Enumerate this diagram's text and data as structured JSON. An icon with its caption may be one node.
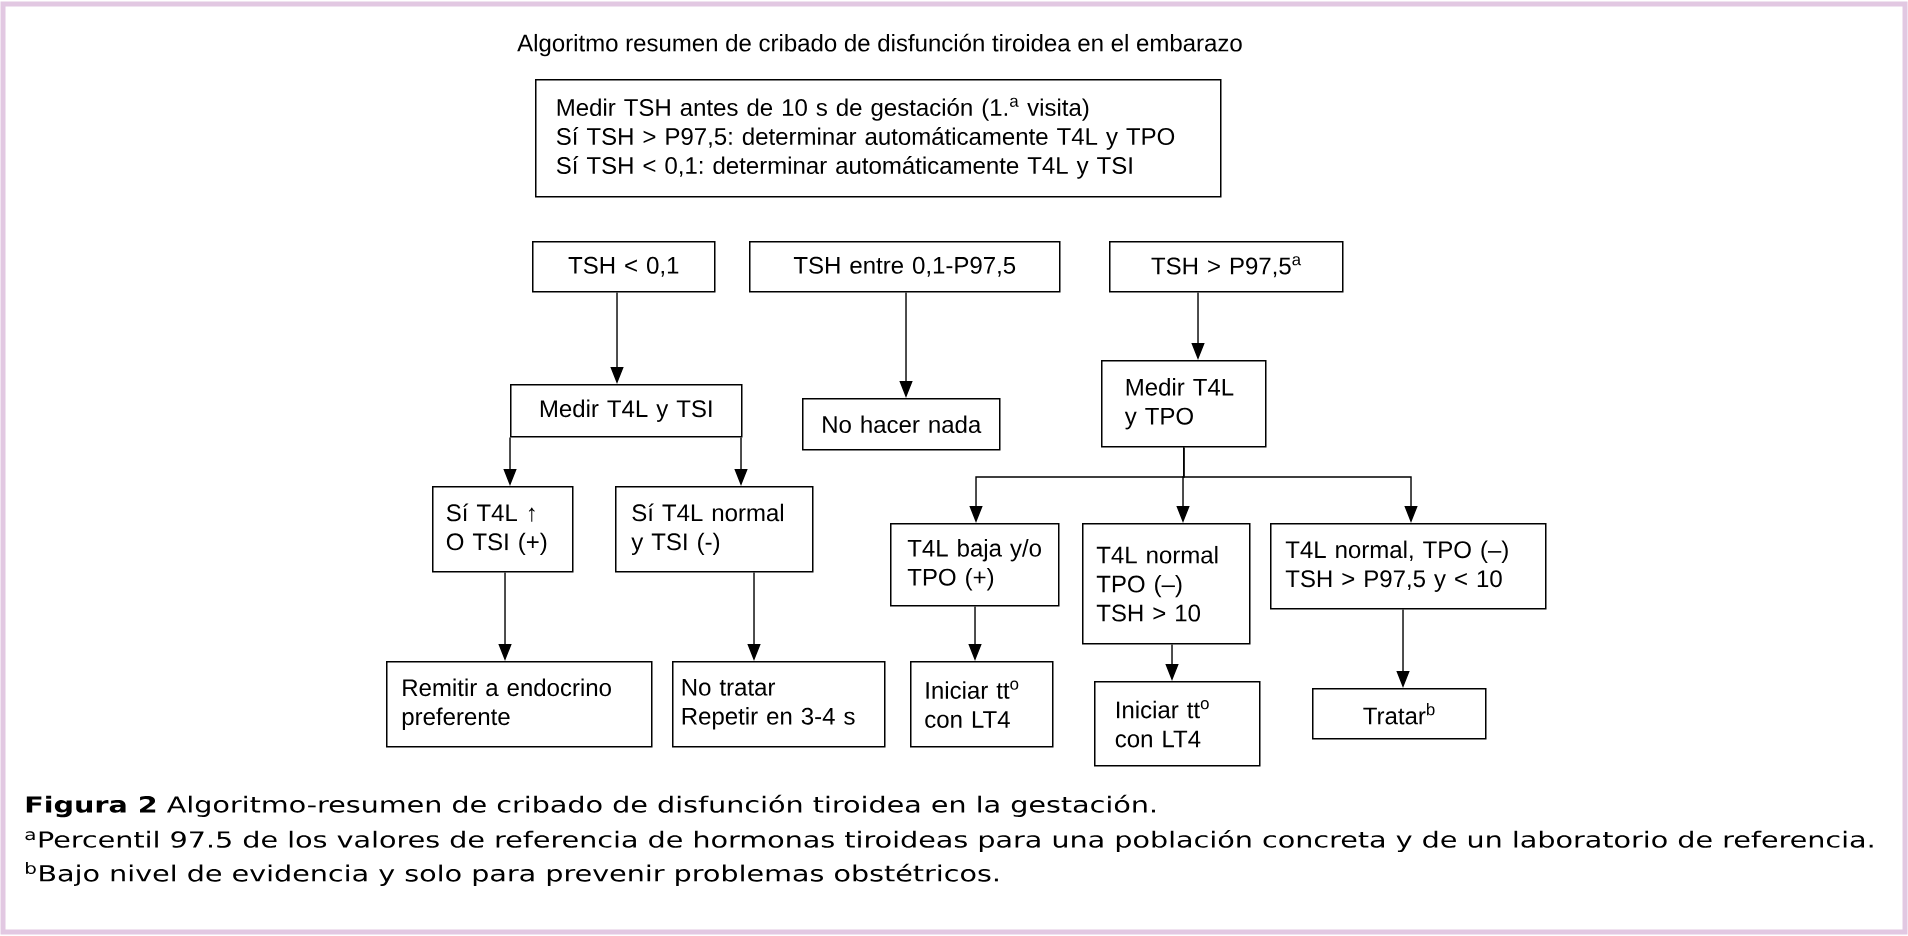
{
  "diagram": {
    "title": "Algoritmo resumen de cribado de disfunción tiroidea en el embarazo",
    "caption": "**Figura 2** Algoritmo-resumen de cribado de disfunción tiroidea en la gestación.",
    "nodes": [
      {
        "text": [
          "Medir TSH antes de 10 s de gestación (1.$^{a}$ visita)",
          "Sí TSH > P97,5: determinar automáticamente T4L y TPO",
          "Sí TSH < 0,1: determinar automáticamente T4L y TSI"
        ]
      },
      {
        "text": [
          "TSH < 0,1"
        ]
      },
      {
        "text": [
          "TSH entre 0,1-P97,5"
        ]
      },
      {
        "text": [
          "TSH > P97,5$^{a}$"
        ]
      },
      {
        "text": [
          "Medir T4L y TSI"
        ]
      },
      {
        "text": [
          "No hacer nada"
        ]
      },
      {
        "text": [
          "Medir T4L y TPO"
        ]
      },
      {
        "text": [
          "Sí T4L ↑ O TSI (+)"
        ]
      },
      {
        "text": [
          "Sí T4L normal y TSI (-)"
        ]
      },
      {
        "text": [
          "T4L baja y/o TPO (+)"
        ]
      },
      {
        "text": [
          "T4L normal TPO (–) TSH > 10"
        ]
      },
      {
        "text": [
          "T4L normal, TPO (–) TSH > P97,5 y < 10"
        ]
      },
      {
        "text": [
          "Remitir a endocrino preferente"
        ]
      },
      {
        "text": [
          "No tratar",
          "Repetir en 3-4 s"
        ]
      },
      {
        "text": [
          "Iniciar tt$^{o}$ con LT4"
        ]
      },
      {
        "text": [
          "Iniciar tt$^{o}$ con LT4"
        ]
      },
      {
        "text": [
          "Tratar$^{b}$"
        ]
      }
    ],
    "edges": [
      {
        "from": 1,
        "to": 4,
        "arrow": "to"
      },
      {
        "from": 2,
        "to": 5,
        "arrow": "to"
      },
      {
        "from": 3,
        "to": 6,
        "arrow": "to"
      },
      {
        "from": 4,
        "to": 7,
        "arrow": "to"
      },
      {
        "from": 4,
        "to": 8,
        "arrow": "to"
      },
      {
        "from": 6,
        "to": 9,
        "arrow": "to"
      },
      {
        "from": 6,
        "to": 10,
        "arrow": "to"
      },
      {
        "from": 6,
        "to": 11,
        "arrow": "to"
      },
      {
        "from": 7,
        "to": 12,
        "arrow": "to"
      },
      {
        "from": 8,
        "to": 13,
        "arrow": "to"
      },
      {
        "from": 9,
        "to": 14,
        "arrow": "to"
      },
      {
        "from": 10,
        "to": 15,
        "arrow": "to"
      },
      {
        "from": 11,
        "to": 16,
        "arrow": "to"
      }
    ],
    "labels": [
      "$^{a}$Percentil 97.5 de los valores de referencia de hormonas tiroideas para una población concreta y de un laboratorio de referencia.",
      "$^{b}$Bajo nivel de evidencia y solo para prevenir problemas obstétricos."
    ]
  }
}
